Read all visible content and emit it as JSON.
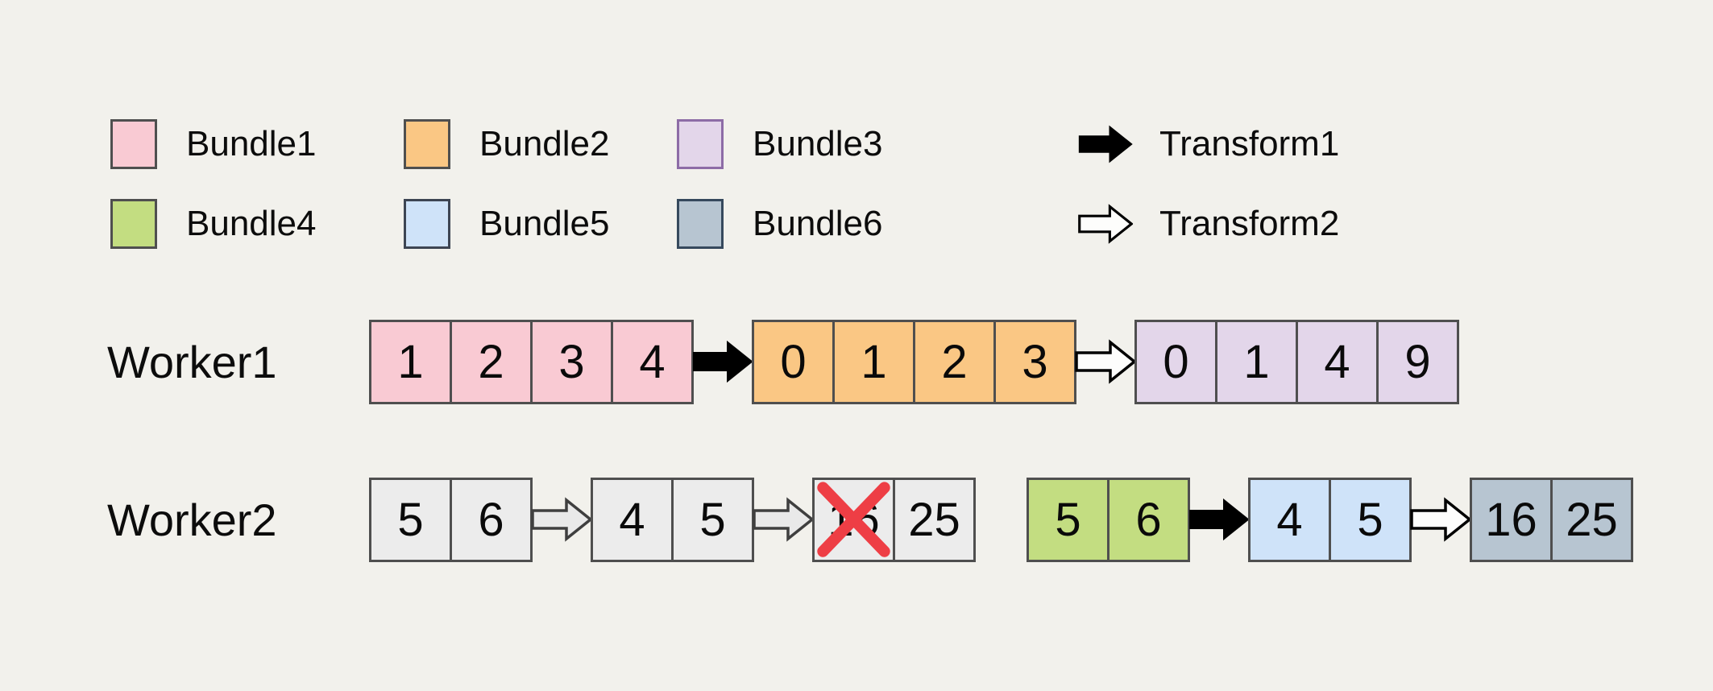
{
  "colors": {
    "background": "#f2f1ec",
    "bundle1": "#f9cad3",
    "bundle2": "#fac784",
    "bundle3": "#e3d6ea",
    "bundle4": "#c3dd81",
    "bundle5": "#cfe3f9",
    "bundle6": "#b7c5d1",
    "discarded_cell": "#ececec",
    "cross_red": "#ee3e45",
    "transform1_arrow": "#000000",
    "transform2_arrow_fill": "#ffffff",
    "transform2_arrow_outline": "#000000",
    "text": "#0c0c0c"
  },
  "legend": {
    "bundles": [
      {
        "label": "Bundle1",
        "color": "#f9cad3"
      },
      {
        "label": "Bundle2",
        "color": "#fac784"
      },
      {
        "label": "Bundle3",
        "color": "#e3d6ea"
      },
      {
        "label": "Bundle4",
        "color": "#c3dd81"
      },
      {
        "label": "Bundle5",
        "color": "#cfe3f9"
      },
      {
        "label": "Bundle6",
        "color": "#b7c5d1"
      }
    ],
    "transforms": [
      {
        "label": "Transform1",
        "arrow_style": "solid-black"
      },
      {
        "label": "Transform2",
        "arrow_style": "white-with-black-outline"
      }
    ]
  },
  "workers": [
    {
      "label": "Worker1",
      "sequence": [
        {
          "type": "bundle",
          "bundle": "Bundle1",
          "values": [
            "1",
            "2",
            "3",
            "4"
          ]
        },
        {
          "type": "transform",
          "transform": "Transform1"
        },
        {
          "type": "bundle",
          "bundle": "Bundle2",
          "values": [
            "0",
            "1",
            "2",
            "3"
          ]
        },
        {
          "type": "transform",
          "transform": "Transform2"
        },
        {
          "type": "bundle",
          "bundle": "Bundle3",
          "values": [
            "0",
            "1",
            "4",
            "9"
          ]
        }
      ]
    },
    {
      "label": "Worker2",
      "sequence": [
        {
          "type": "bundle",
          "bundle": "discarded",
          "values": [
            "5",
            "6"
          ]
        },
        {
          "type": "transform",
          "transform": "discarded-arrow"
        },
        {
          "type": "bundle",
          "bundle": "discarded",
          "values": [
            "4",
            "5"
          ]
        },
        {
          "type": "transform",
          "transform": "discarded-arrow"
        },
        {
          "type": "bundle",
          "bundle": "discarded",
          "values": [
            "16",
            "25"
          ],
          "crossed_out": [
            "16"
          ]
        },
        {
          "type": "bundle",
          "bundle": "Bundle4",
          "values": [
            "5",
            "6"
          ]
        },
        {
          "type": "transform",
          "transform": "Transform1"
        },
        {
          "type": "bundle",
          "bundle": "Bundle5",
          "values": [
            "4",
            "5"
          ]
        },
        {
          "type": "transform",
          "transform": "Transform2"
        },
        {
          "type": "bundle",
          "bundle": "Bundle6",
          "values": [
            "16",
            "25"
          ]
        }
      ]
    }
  ]
}
